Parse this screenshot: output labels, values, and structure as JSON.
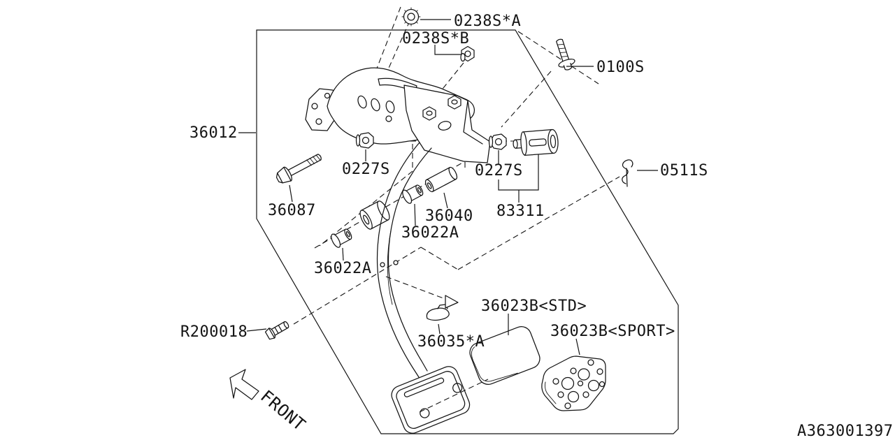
{
  "diagram": {
    "drawing_number": "A363001397",
    "front_indicator": "FRONT",
    "part_labels": {
      "p0238sa": "0238S*A",
      "p0238sb": "0238S*B",
      "p0100s": "0100S",
      "p36012": "36012",
      "p0227s_left": "0227S",
      "p0227s_right": "0227S",
      "p83311": "83311",
      "p0511s": "0511S",
      "p36087": "36087",
      "p36040": "36040",
      "p36022a_upper": "36022A",
      "p36022a_lower": "36022A",
      "pr200018": "R200018",
      "p36035a": "36035*A",
      "p36023b_std": "36023B<STD>",
      "p36023b_sport": "36023B<SPORT>"
    },
    "colors": {
      "line": "#141414",
      "background": "#ffffff"
    }
  }
}
